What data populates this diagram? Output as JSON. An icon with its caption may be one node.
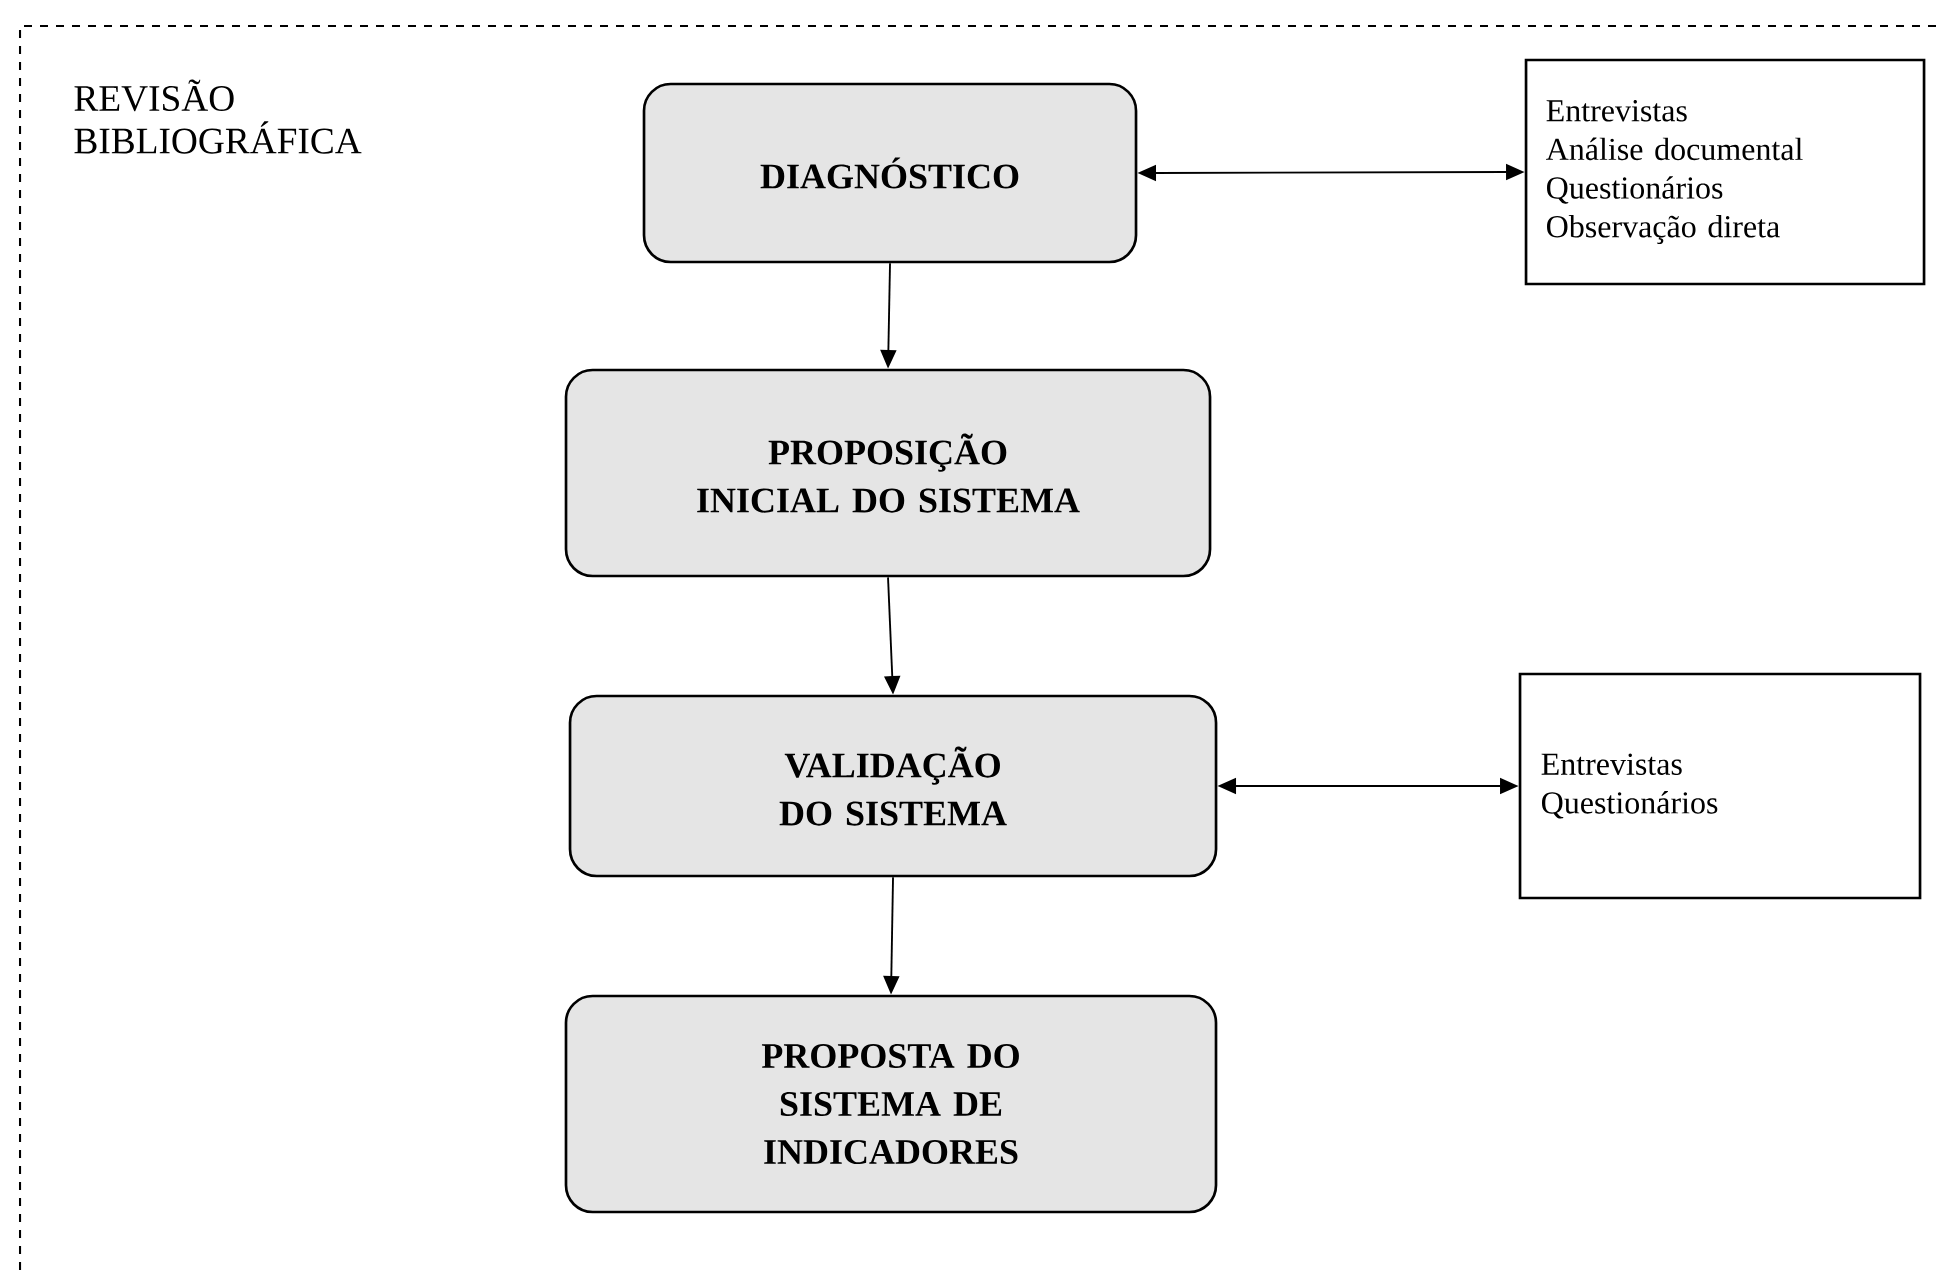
{
  "diagram": {
    "nodes": [
      {
        "text": [
          "REVISÃO BIBLIOGRÁFICA"
        ]
      },
      {
        "text": [
          "DIAGNÓSTICO"
        ],
        "in": 0
      },
      {
        "text": [
          "PROPOSIÇÃO INICIAL DO SISTEMA"
        ],
        "in": 0
      },
      {
        "text": [
          "VALIDAÇÃO  DO SISTEMA"
        ],
        "in": 0
      },
      {
        "text": [
          "PROPOSTA DO SISTEMA DE INDICADORES"
        ],
        "in": 0
      },
      {
        "text": [
          "Entrevistas",
          "Análise documental",
          "Questionários",
          "Observação direta"
        ],
        "in": 0
      },
      {
        "text": [
          "Entrevistas",
          "Questionários"
        ],
        "in": 0
      }
    ],
    "edges": [
      {
        "from": 1,
        "to": 5,
        "arrow": "both"
      },
      {
        "from": 1,
        "to": 2,
        "arrow": "to"
      },
      {
        "from": 2,
        "to": 3,
        "arrow": "to"
      },
      {
        "from": 3,
        "to": 6,
        "arrow": "both"
      },
      {
        "from": 3,
        "to": 4,
        "arrow": "to"
      }
    ]
  }
}
